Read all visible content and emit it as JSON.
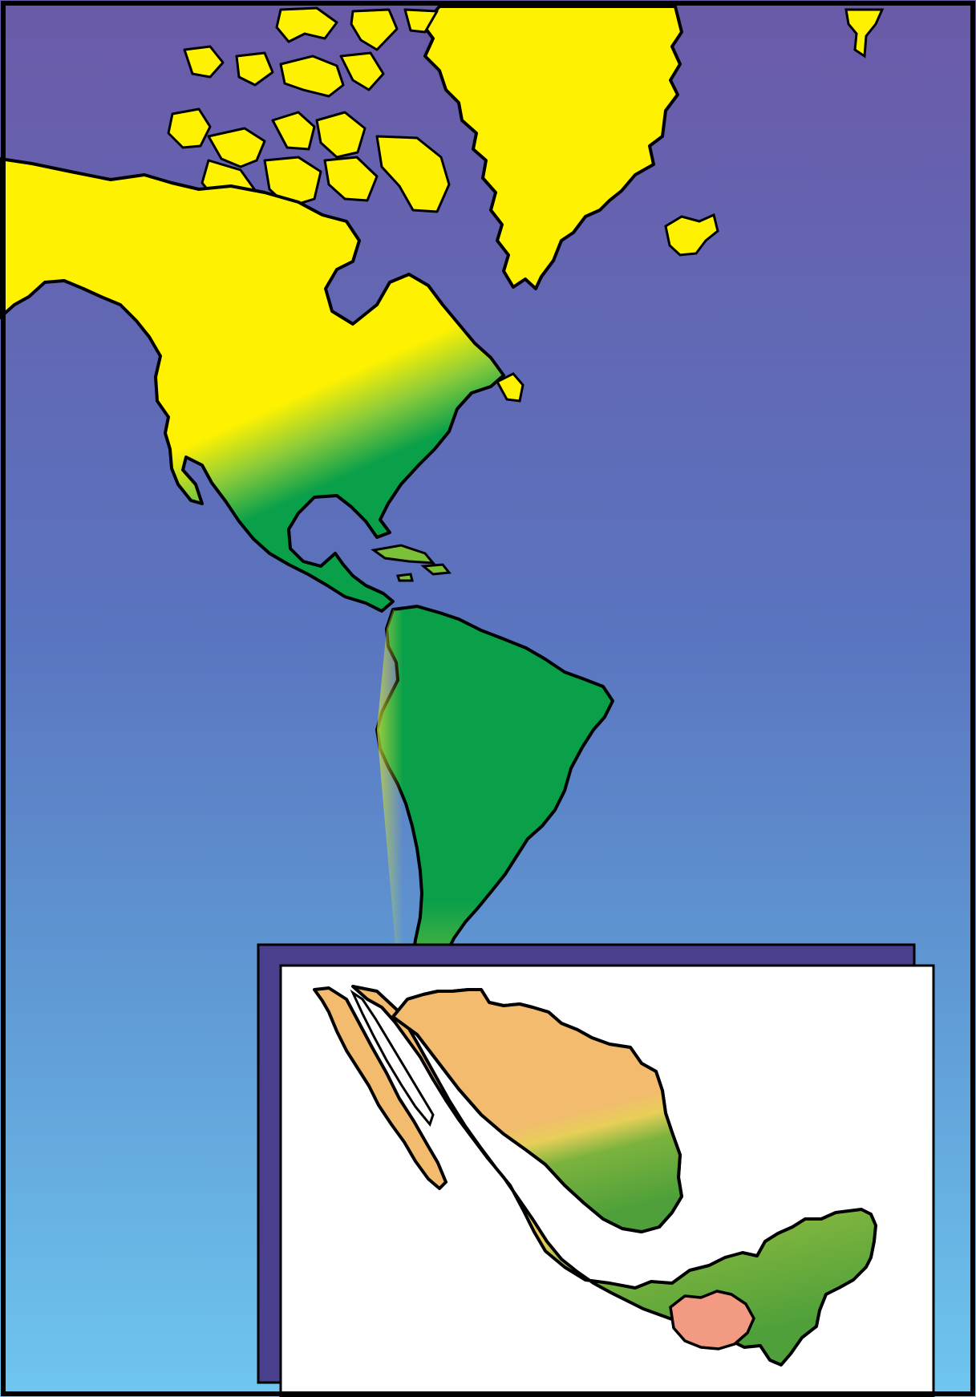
{
  "illustration": {
    "frame_color": "#000000",
    "ocean_gradient": {
      "top": "#6b5aa8",
      "middle": "#5a86c8",
      "bottom": "#6ec6ef"
    },
    "americas_map": {
      "land_colors": {
        "north": "#fff200",
        "tropics": "#0aa04a",
        "temperate_south": "#c9dc3a"
      },
      "regions": [
        "greenland",
        "arctic-islands",
        "north-america",
        "central-america",
        "caribbean-islands",
        "south-america",
        "iceland"
      ]
    },
    "mexico_inset": {
      "panel_color": "#ffffff",
      "shadow_color": "#4a3f8c",
      "land_colors": {
        "north": "#f2bb6e",
        "south": "#4fa03a"
      },
      "highlighted_state": {
        "icon": "highlighted-state-marker",
        "color": "#f29a82"
      }
    }
  }
}
